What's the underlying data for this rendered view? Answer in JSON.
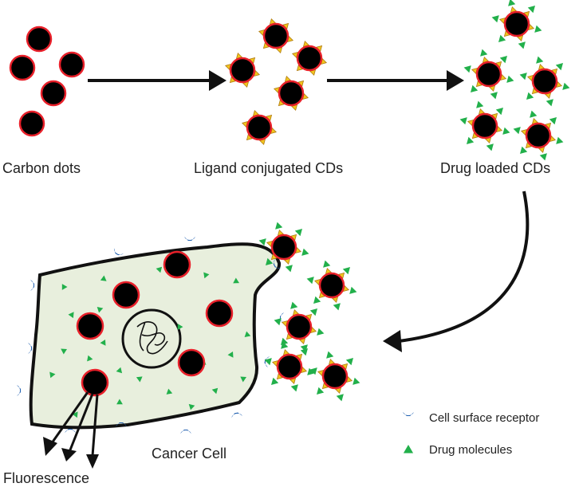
{
  "labels": {
    "carbon_dots": "Carbon dots",
    "ligand_conjugated": "Ligand conjugated CDs",
    "drug_loaded": "Drug loaded CDs",
    "cancer_cell": "Cancer Cell",
    "fluorescence": "Fluorescence"
  },
  "legend": {
    "receptor": "Cell surface receptor",
    "drug": "Drug molecules"
  },
  "colors": {
    "dot_fill": "#000000",
    "dot_ring": "#e8202a",
    "ligand": "#f2c51f",
    "drug": "#22b04b",
    "receptor": "#1f5fb0",
    "cell_fill": "#e8efdd",
    "outline": "#111111"
  },
  "icons": {
    "carbon_dot": "black-circle-red-ring",
    "ligand": "yellow-wedge",
    "receptor": "blue-cup",
    "drug": "green-triangle"
  }
}
